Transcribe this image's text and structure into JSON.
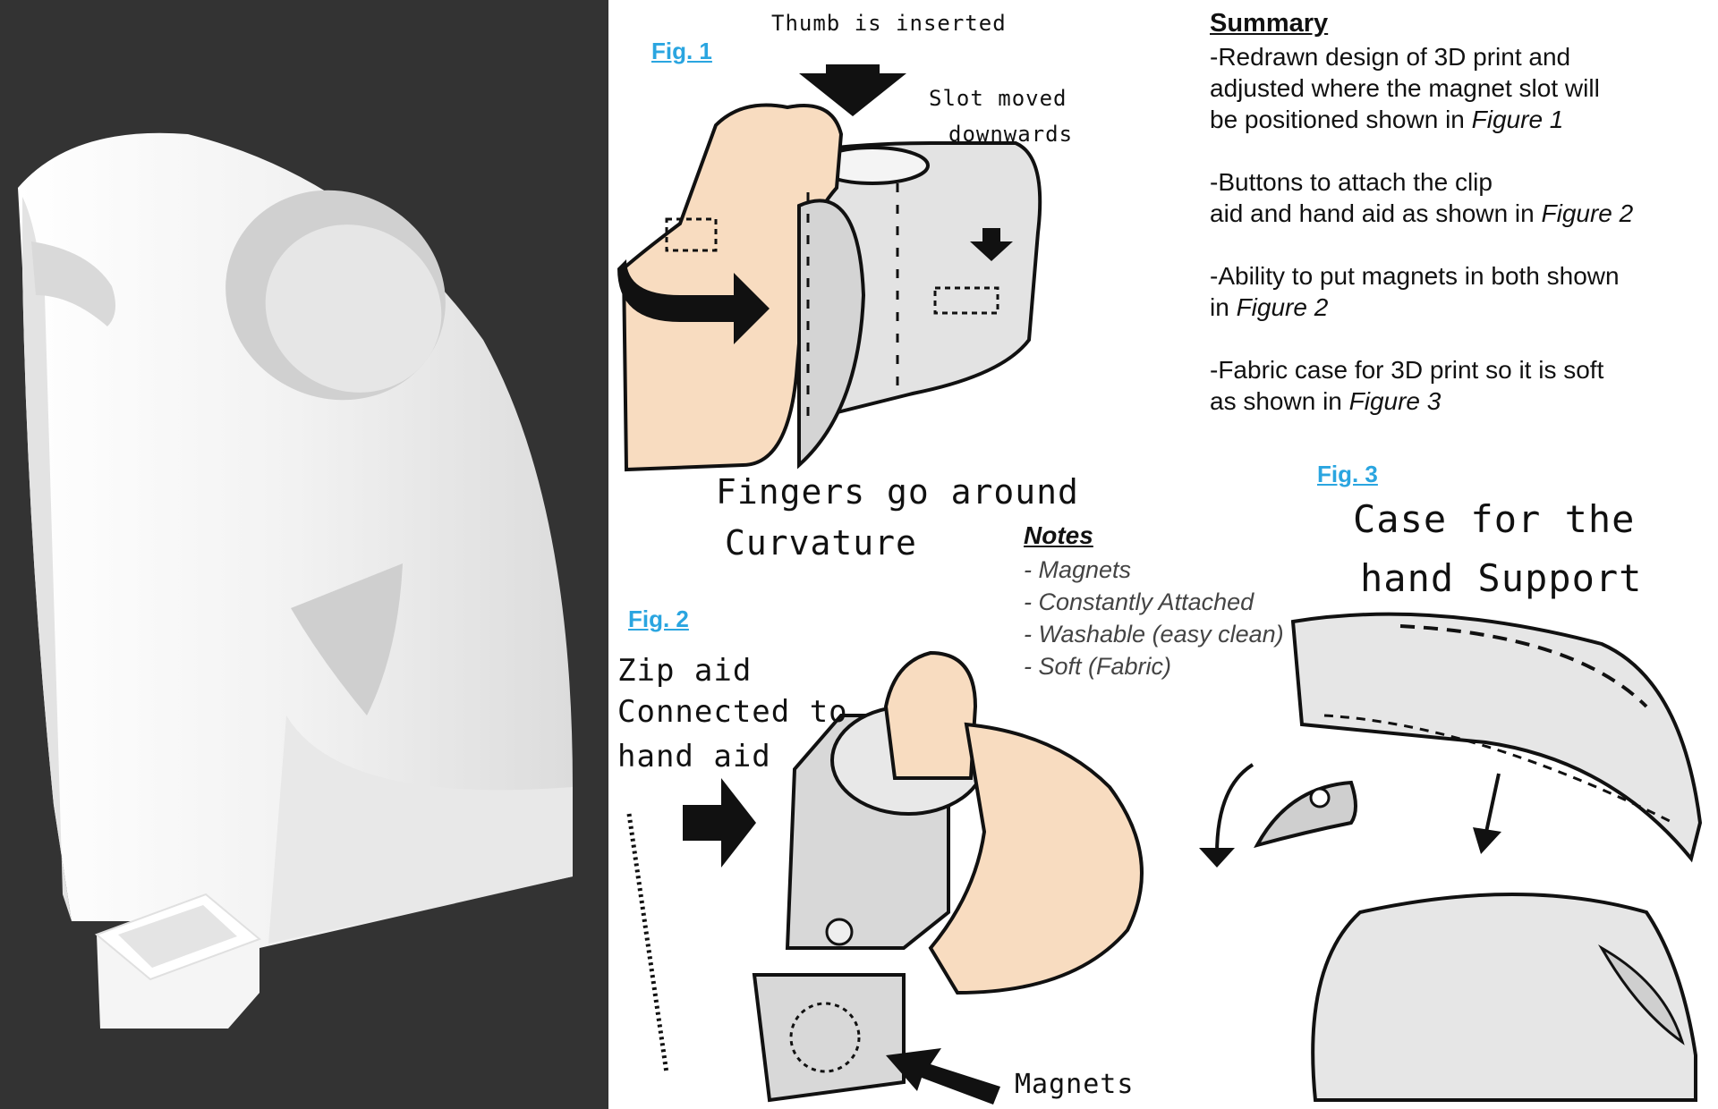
{
  "figures": {
    "fig1": {
      "label": "Fig. 1"
    },
    "fig2": {
      "label": "Fig. 2"
    },
    "fig3": {
      "label": "Fig. 3"
    }
  },
  "annotations": {
    "thumb_inserted": "Thumb is inserted",
    "slot_moved": [
      "Slot moved",
      "downwards"
    ],
    "fingers_curvature": [
      "Fingers go around",
      "Curvature"
    ],
    "zip_aid": [
      "Zip aid",
      "Connected to",
      "hand aid"
    ],
    "magnets": "Magnets",
    "case_support": [
      "Case for the",
      "hand Support"
    ]
  },
  "summary": {
    "title": "Summary",
    "items": [
      {
        "lines": [
          "-Redrawn design of 3D print and",
          "adjusted where the magnet slot will",
          "be positioned shown in "
        ],
        "ref": "Figure 1"
      },
      {
        "lines": [
          "-Buttons to attach the clip",
          "aid and hand aid as shown in "
        ],
        "ref": "Figure 2"
      },
      {
        "lines": [
          "-Ability to put magnets in both shown",
          "in "
        ],
        "ref": "Figure 2"
      },
      {
        "lines": [
          "-Fabric case for 3D print so it is soft",
          "as shown in "
        ],
        "ref": "Figure 3"
      }
    ]
  },
  "notes": {
    "title": "Notes",
    "items": [
      "- Magnets",
      "- Constantly Attached",
      "- Washable (easy clean)",
      "- Soft (Fabric)"
    ]
  },
  "colors": {
    "render_background": "#333333",
    "model": "#f1f1f1",
    "skin": "#f8dcc0",
    "figure_label": "#2aa5e0",
    "sketch_gray": "#dcdcdc"
  }
}
